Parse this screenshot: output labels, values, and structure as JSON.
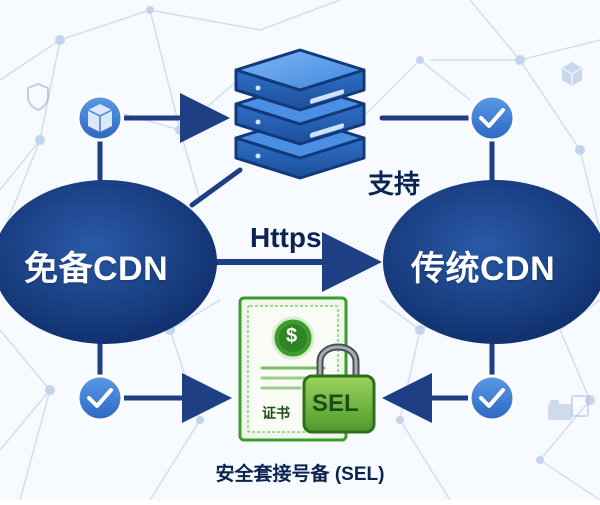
{
  "diagram": {
    "left_node": {
      "label": "免备CDN"
    },
    "right_node": {
      "label": "传统CDN"
    },
    "arrow_label": "Https",
    "support_label": "支持",
    "certificate": {
      "seal_text": "证书",
      "lock_text": "SEL",
      "dollar": "$"
    },
    "bottom_caption": "安全套接号备 (SEL)"
  },
  "colors": {
    "node_fill": "#13387a",
    "node_fill_light": "#2a5aa8",
    "line": "#1e3f84",
    "check_fill": "#3f7fd8",
    "server_blue": "#3f86e0",
    "cert_green": "#3e9b2e",
    "lock_green": "#7bc043",
    "text_dark": "#0b2350"
  }
}
